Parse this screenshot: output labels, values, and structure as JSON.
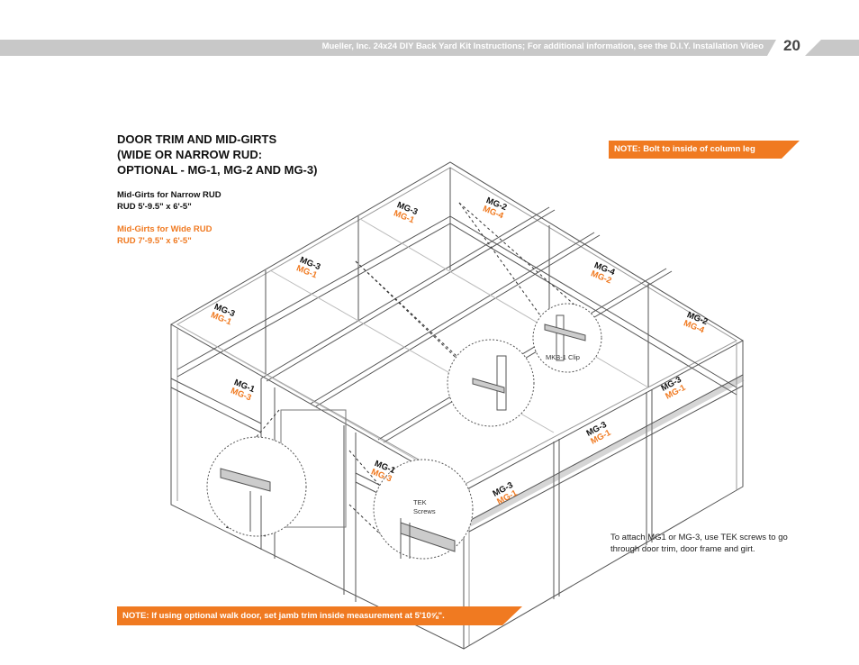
{
  "header": {
    "text": "Mueller, Inc. 24x24 DIY Back Yard Kit Instructions; For additional information, see the D.I.Y. Installation Video",
    "page_number": "20"
  },
  "title": {
    "line1": "DOOR TRIM AND MID-GIRTS",
    "line2": "(WIDE OR NARROW RUD:",
    "line3": "OPTIONAL - MG-1, MG-2 AND MG-3)"
  },
  "specs": {
    "narrow_label": "Mid-Girts for Narrow RUD",
    "narrow_value": "RUD 5'-9.5\" x 6'-5\"",
    "wide_label": "Mid-Girts for Wide RUD",
    "wide_value": "RUD 7'-9.5\" x 6'-5\""
  },
  "notes": {
    "bolt": "NOTE: Bolt to inside of column leg",
    "walk_door": "NOTE: If using optional walk door, set jamb trim inside measurement at 5'10⅝\".",
    "tek": "To attach MG1 or MG-3, use TEK screws to go through door trim, door frame and girt."
  },
  "diagram": {
    "labels": [
      {
        "narrow": "MG-3",
        "wide": "MG-1"
      },
      {
        "narrow": "MG-2",
        "wide": "MG-4"
      },
      {
        "narrow": "MG-3",
        "wide": "MG-1"
      },
      {
        "narrow": "MG-4",
        "wide": "MG-2"
      },
      {
        "narrow": "MG-3",
        "wide": "MG-1"
      },
      {
        "narrow": "MG-2",
        "wide": "MG-4"
      },
      {
        "narrow": "MG-1",
        "wide": "MG-3"
      },
      {
        "narrow": "MG-3",
        "wide": "MG-1"
      },
      {
        "narrow": "MG-3",
        "wide": "MG-1"
      },
      {
        "narrow": "MG-1",
        "wide": "MG-3"
      },
      {
        "narrow": "MG-3",
        "wide": "MG-1"
      }
    ],
    "mkb_clip": "MKB-1 Clip",
    "tek_screws_1": "TEK",
    "tek_screws_2": "Screws"
  },
  "colors": {
    "accent": "#f07a21",
    "header_bar": "#c8c8c8"
  }
}
